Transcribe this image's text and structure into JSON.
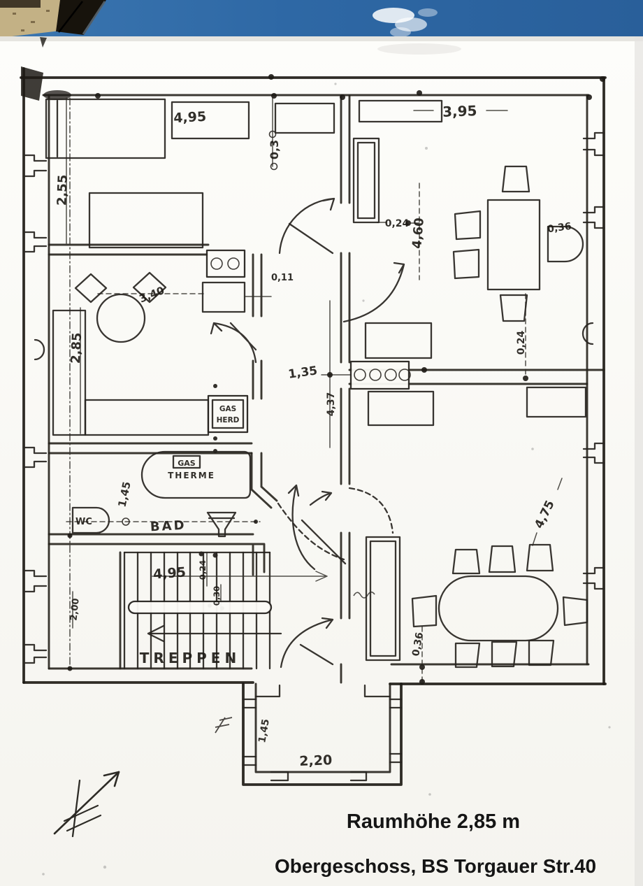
{
  "photo": {
    "sky_color": "#2e68a5",
    "roof_color": "#17130c",
    "building_wall_color": "#c3b185",
    "paper_color": "#fbfaf6",
    "ink_color": "#1d1a15"
  },
  "captions": {
    "room_height": "Raumhöhe 2,85 m",
    "title": "Obergeschoss, BS Torgauer Str.40"
  },
  "rooms": {
    "stairs": "TREPPEN",
    "bath": "BAD",
    "wc": "WC",
    "gas_stove": [
      "GAS",
      "HERD"
    ],
    "gas_boiler": [
      "GAS",
      "THERME"
    ]
  },
  "dimensions": {
    "top_width_left": "4,95",
    "left_height_upper": "2,55",
    "top_offset": "0,3",
    "top_width_right": "3,95",
    "kitchen_unit": "0,11",
    "kitchen_table": "3,40",
    "left_height_mid": "2,85",
    "living_offset": "0,24",
    "living_height": "4,60",
    "armchair_width": "0,36",
    "hall_width": "1,35",
    "hall_height": "4,37",
    "right_offset": "0,24",
    "bath_height": "1,45",
    "stairs_width": "4,95",
    "stairs_tread": "0,24",
    "stairs_rise": "0,30",
    "stairs_left_height": "2,00",
    "dining_offset": "0,36",
    "dining_diag": "4,75",
    "balcony_height": "1,45",
    "balcony_width": "2,20"
  }
}
